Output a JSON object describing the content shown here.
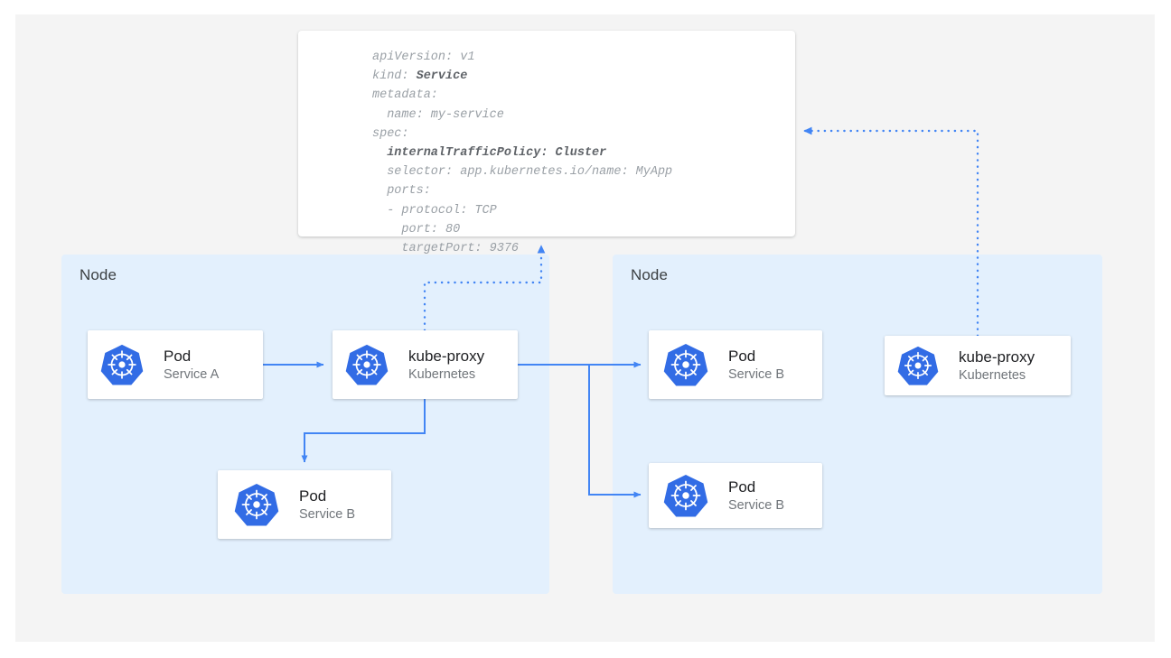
{
  "diagram": {
    "title": "Kubernetes Service internalTrafficPolicy Cluster traffic routing",
    "colors": {
      "page_background": "#ffffff",
      "canvas_background": "#f4f4f4",
      "node_background": "#e3f0fd",
      "card_background": "#ffffff",
      "kubernetes_blue": "#326ce5",
      "connector_blue": "#4285f4",
      "title_text": "#202124",
      "subtitle_text": "#70757a",
      "code_text": "#9aa0a6",
      "code_bold_text": "#5f6368"
    }
  },
  "yaml_spec": {
    "name": "service-manifest",
    "lines": [
      {
        "text": "apiVersion: v1",
        "bold": false
      },
      {
        "text": "kind: ",
        "bold_text": "Service"
      },
      {
        "text": "metadata:",
        "bold": false
      },
      {
        "text": "  name: my-service",
        "bold": false
      },
      {
        "text": "spec:",
        "bold": false
      },
      {
        "text": "  internalTrafficPolicy: Cluster",
        "bold": true
      },
      {
        "text": "  selector: app.kubernetes.io/name: MyApp",
        "bold": false
      },
      {
        "text": "  ports:",
        "bold": false
      },
      {
        "text": "  - protocol: TCP",
        "bold": false
      },
      {
        "text": "    port: 80",
        "bold": false
      },
      {
        "text": "    targetPort: 9376",
        "bold": false
      }
    ],
    "fields": {
      "apiVersion": "v1",
      "kind": "Service",
      "metadata_name": "my-service",
      "internalTrafficPolicy": "Cluster",
      "selector": "app.kubernetes.io/name: MyApp",
      "protocol": "TCP",
      "port": "80",
      "targetPort": "9376"
    }
  },
  "nodes": [
    {
      "id": "node-left",
      "label": "Node"
    },
    {
      "id": "node-right",
      "label": "Node"
    }
  ],
  "components": {
    "pod_service_a": {
      "title": "Pod",
      "subtitle": "Service A",
      "icon": "kubernetes-icon"
    },
    "kube_proxy_left": {
      "title": "kube-proxy",
      "subtitle": "Kubernetes",
      "icon": "kubernetes-icon"
    },
    "pod_service_b_left": {
      "title": "Pod",
      "subtitle": "Service B",
      "icon": "kubernetes-icon"
    },
    "pod_service_b_right_top": {
      "title": "Pod",
      "subtitle": "Service B",
      "icon": "kubernetes-icon"
    },
    "pod_service_b_right_bottom": {
      "title": "Pod",
      "subtitle": "Service B",
      "icon": "kubernetes-icon"
    },
    "kube_proxy_right": {
      "title": "kube-proxy",
      "subtitle": "Kubernetes",
      "icon": "kubernetes-icon"
    }
  },
  "connectors": [
    {
      "name": "pod-a-to-kube-proxy",
      "style": "solid",
      "arrow": true
    },
    {
      "name": "kube-proxy-to-pod-b-left",
      "style": "solid",
      "arrow": true
    },
    {
      "name": "kube-proxy-to-pod-b-right-top",
      "style": "solid",
      "arrow": true
    },
    {
      "name": "kube-proxy-to-pod-b-right-bottom",
      "style": "solid",
      "arrow": true
    },
    {
      "name": "kube-proxy-left-to-service-spec",
      "style": "dotted",
      "arrow": true
    },
    {
      "name": "kube-proxy-right-to-service-spec",
      "style": "dotted",
      "arrow": true
    }
  ]
}
